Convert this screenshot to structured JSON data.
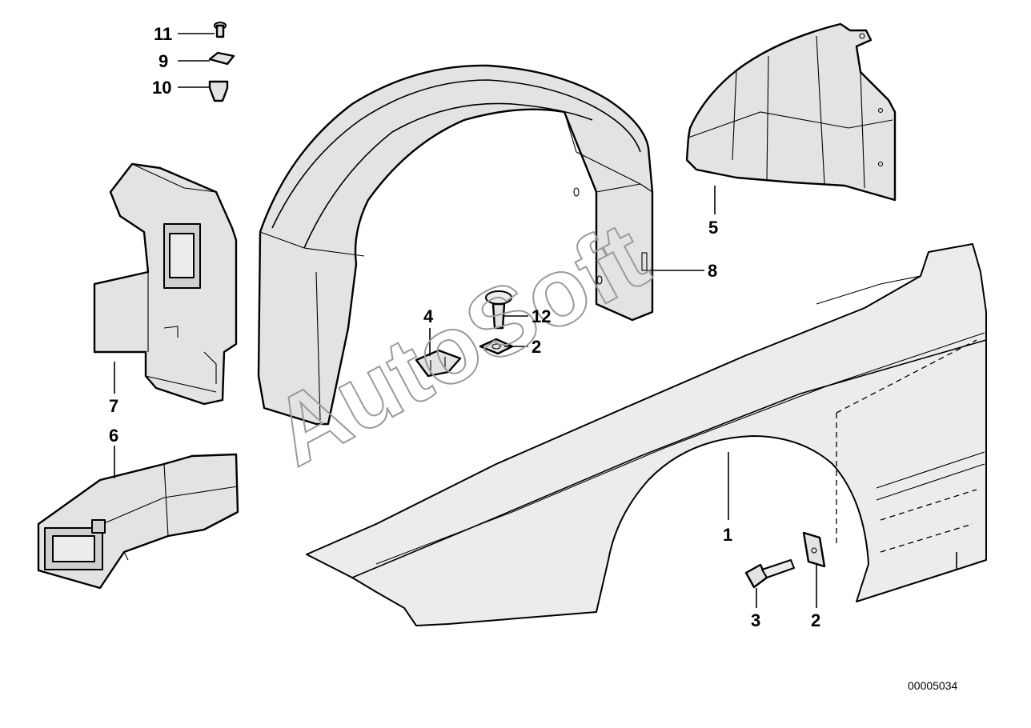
{
  "diagram": {
    "callouts": {
      "c11": "11",
      "c9": "9",
      "c10": "10",
      "c4": "4",
      "c12": "12",
      "c2a": "2",
      "c5": "5",
      "c8": "8",
      "c7": "7",
      "c6": "6",
      "c1": "1",
      "c3": "3",
      "c2b": "2"
    },
    "watermark": "AutoSoft",
    "document_id": "00005034"
  }
}
